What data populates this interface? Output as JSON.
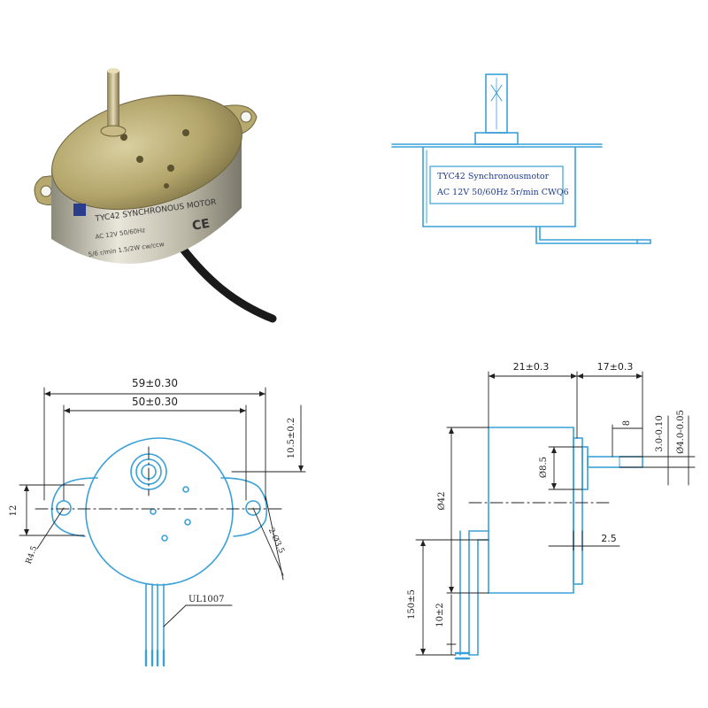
{
  "photo": {
    "body_text_line1": "TYC42 SYNCHRONOUS MOTOR",
    "body_text_line2": "AC 12V 50/60Hz",
    "body_text_line3": "5/6 r/min 1.5/2W cw/ccw",
    "ce_mark": "CE"
  },
  "side_view_top": {
    "label_line1": "TYC42 Synchronousmotor",
    "label_line2": "AC 12V 50/60Hz 5r/min CWQ6"
  },
  "front_view": {
    "dim_overall_width": "59±0.30",
    "dim_hole_spacing": "50±0.30",
    "dim_flange_height": "12",
    "dim_offset": "10.5±0.2",
    "dim_radius": "R4.5",
    "dim_holes": "2-Ø3.5",
    "wire_label": "UL1007"
  },
  "side_view": {
    "dim_body_depth": "21±0.3",
    "dim_shaft_length": "17±0.3",
    "dim_flat_length": "8",
    "dim_shaft_flat": "3.0-0.10",
    "dim_shaft_dia": "Ø4.0-0.05",
    "dim_boss_dia": "Ø8.5",
    "dim_body_dia": "Ø42",
    "dim_flange_thk": "2.5",
    "dim_lead_length": "150±5",
    "dim_strip_length": "10±2"
  },
  "colors": {
    "line": "#3aa0d8",
    "dim": "#222222",
    "label": "#1a3a8c"
  }
}
